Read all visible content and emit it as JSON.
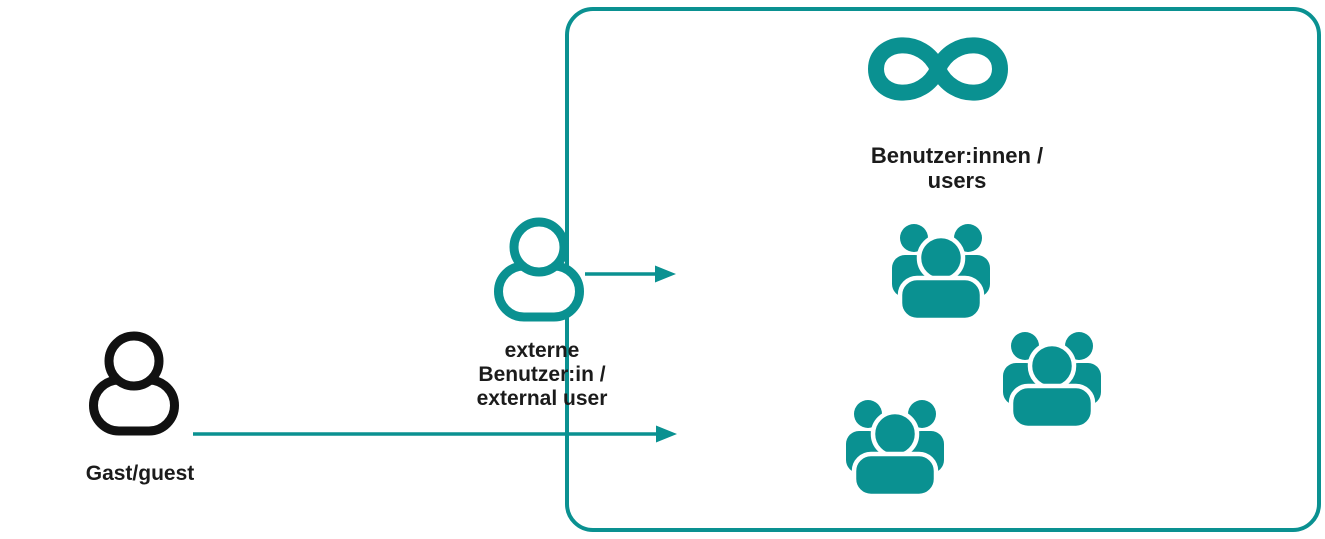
{
  "colors": {
    "accent": "#0A9191",
    "text": "#1B1B1B",
    "background": "#FFFFFF"
  },
  "guest_actor": {
    "label": "Gast/guest",
    "icon": "person-outline-icon"
  },
  "external_user_actor": {
    "label_lines": [
      "externe",
      "Benutzer:in /",
      "external user"
    ],
    "icon": "person-outline-icon"
  },
  "users_area": {
    "label_lines": [
      "Benutzer:innen /",
      "users"
    ],
    "infinity_icon": "infinity-icon",
    "group_icon": "user-group-icon",
    "group_count": 3
  }
}
